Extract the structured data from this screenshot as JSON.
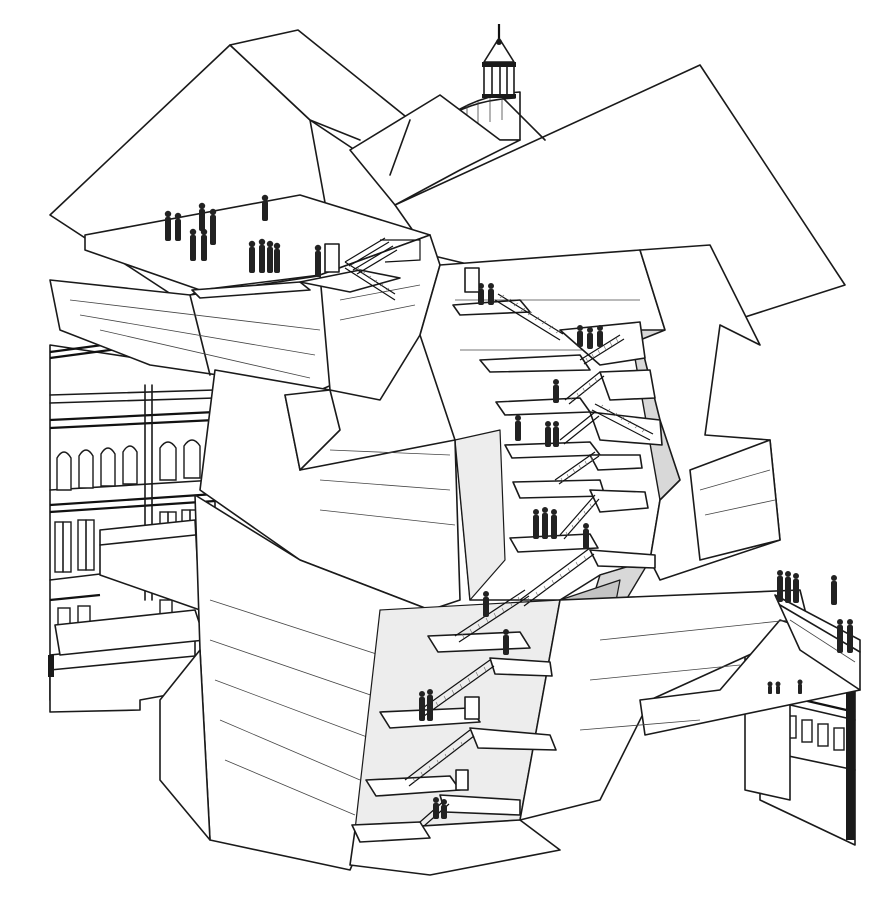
{
  "drawing": {
    "kind": "architectural-axonometric-section",
    "colors": {
      "ink": "#1a1a1a",
      "paper": "#ffffff",
      "shade": "#d8d8d8",
      "deep_shade": "#c4c4c4"
    },
    "elements": {
      "crystal_volumes": 6,
      "stair_landings": 16,
      "people_groups": 14
    }
  }
}
